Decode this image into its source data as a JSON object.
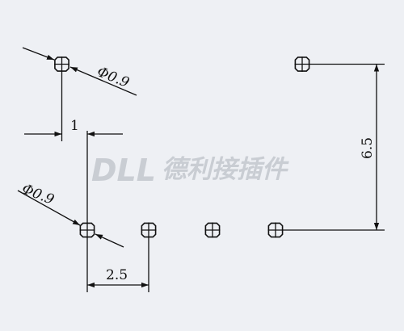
{
  "dimensions": {
    "hole_dia_top": "Φ0.9",
    "hole_dia_bottom": "Φ0.9",
    "offset": "1",
    "pitch": "2.5",
    "row_spacing": "6.5"
  },
  "watermark": {
    "brand": "DLL",
    "cn": "德利接插件"
  },
  "colors": {
    "background": "#eef0f4",
    "line": "#111111",
    "watermark": "#c9cdd3"
  }
}
